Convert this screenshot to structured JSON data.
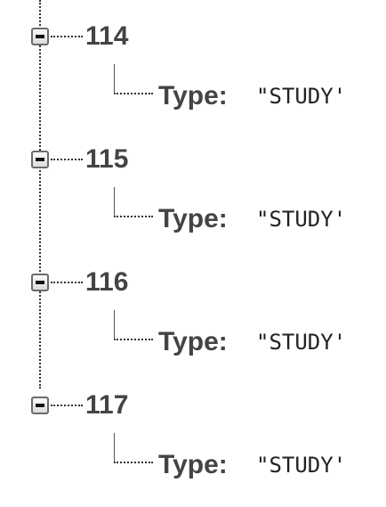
{
  "tree": {
    "nodes": [
      {
        "key": "114",
        "child": {
          "label": "Type:",
          "value": "\"STUDY'"
        }
      },
      {
        "key": "115",
        "child": {
          "label": "Type:",
          "value": "\"STUDY'"
        }
      },
      {
        "key": "116",
        "child": {
          "label": "Type:",
          "value": "\"STUDY'"
        }
      },
      {
        "key": "117",
        "child": {
          "label": "Type:",
          "value": "\"STUDY'"
        }
      }
    ]
  }
}
